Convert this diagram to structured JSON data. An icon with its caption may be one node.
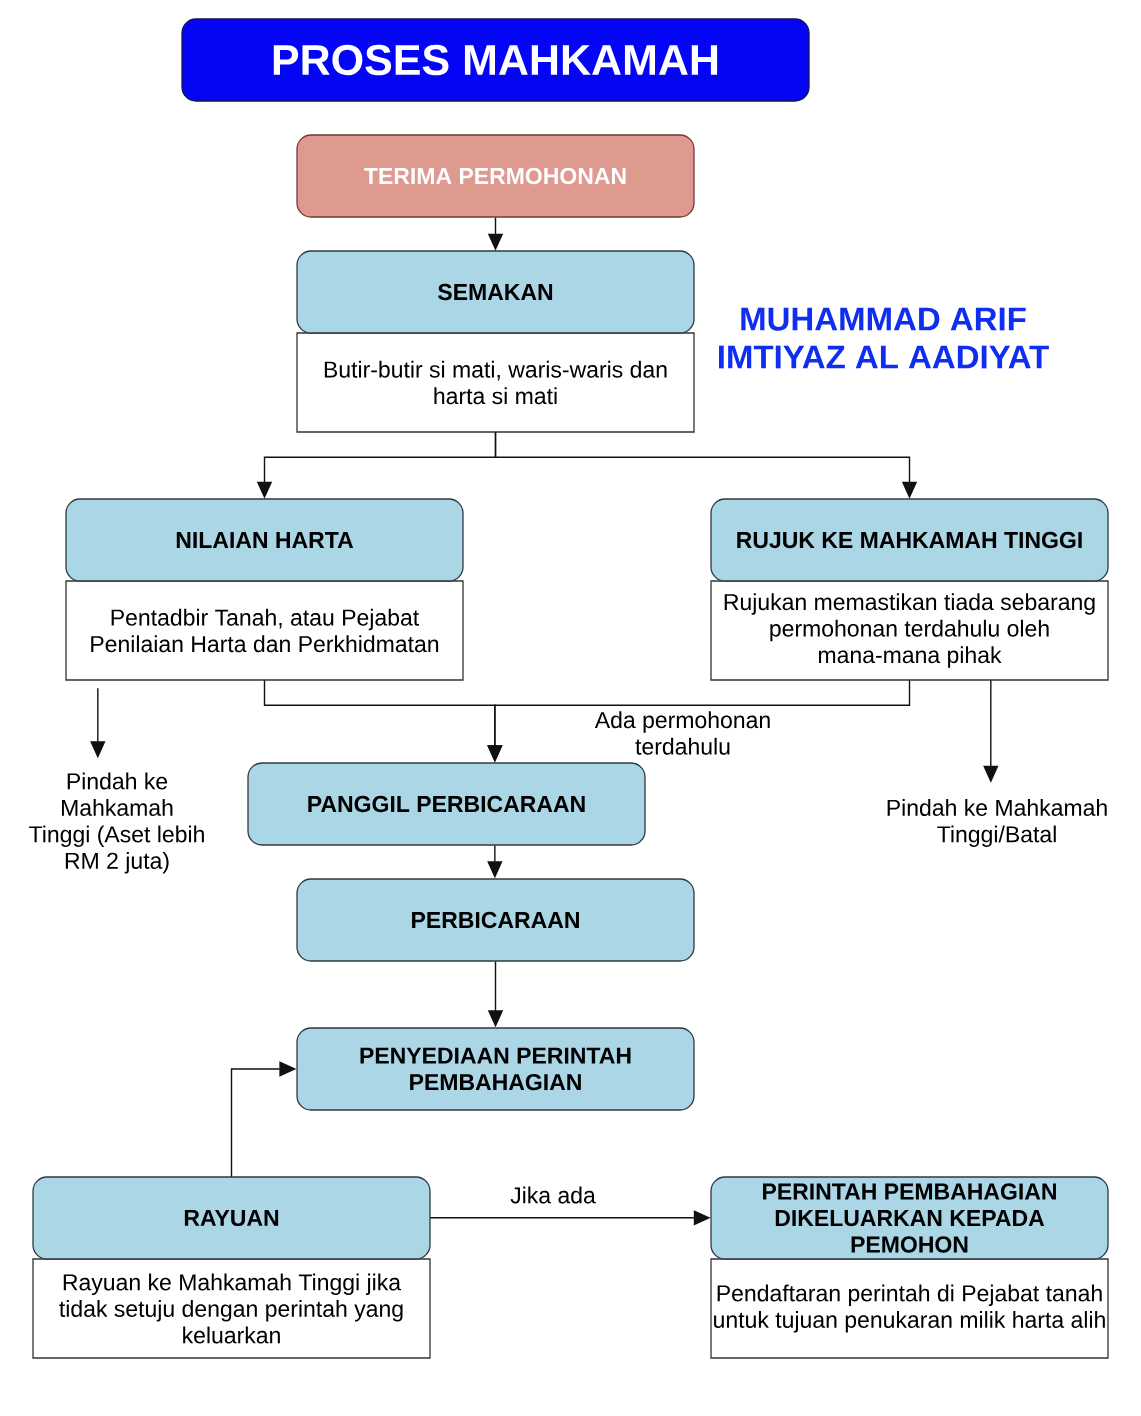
{
  "diagram": {
    "nodes": [
      {
        "text": [
          "PROSES MAHKAMAH"
        ]
      },
      {
        "text": [
          "TERIMA PERMOHONAN"
        ]
      },
      {
        "text": [
          "SEMAKAN",
          "Butir-butir si mati, waris-waris dan harta si mati"
        ]
      },
      {
        "text": [
          "NILAIAN HARTA",
          "Pentadbir Tanah, atau Pejabat Penilaian Harta dan Perkhidmatan"
        ]
      },
      {
        "text": [
          "RUJUK KE MAHKAMAH TINGGI",
          "Rujukan memastikan tiada sebarang permohonan terdahulu oleh mana-mana pihak"
        ]
      },
      {
        "text": [
          "Pindah ke Mahkamah Tinggi (Aset lebih RM 2 juta)"
        ]
      },
      {
        "text": [
          "PANGGIL PERBICARAAN"
        ]
      },
      {
        "text": [
          "Pindah ke Mahkamah Tinggi/Batal"
        ]
      },
      {
        "text": [
          "PERBICARAAN"
        ]
      },
      {
        "text": [
          "PENYEDIAAN PERINTAH PEMBAHAGIAN"
        ]
      },
      {
        "text": [
          "RAYUAN",
          "Rayuan ke Mahkamah Tinggi jika tidak setuju dengan perintah yang keluarkan"
        ]
      },
      {
        "text": [
          "PERINTAH PEMBAHAGIAN DIKELUARKAN KEPADA PEMOHON",
          "Pendaftaran perintah di Pejabat tanah untuk tujuan penukaran milik harta alih"
        ]
      }
    ],
    "edges": [
      {
        "from": 1,
        "to": 2,
        "arrow": "to"
      },
      {
        "from": 2,
        "to": 3,
        "arrow": "to"
      },
      {
        "from": 2,
        "to": 4,
        "arrow": "to"
      },
      {
        "from": 3,
        "to": 6,
        "arrow": "to"
      },
      {
        "from": 4,
        "to": 6,
        "arrow": "to",
        "label": "Ada permohonan terdahulu"
      },
      {
        "from": 3,
        "to": 5,
        "arrow": "to"
      },
      {
        "from": 4,
        "to": 7,
        "arrow": "to"
      },
      {
        "from": 6,
        "to": 8,
        "arrow": "to"
      },
      {
        "from": 8,
        "to": 9,
        "arrow": "to"
      },
      {
        "from": 10,
        "to": 9,
        "arrow": "to"
      },
      {
        "from": 10,
        "to": 11,
        "arrow": "to",
        "label": "Jika ada"
      }
    ],
    "labels": [
      "MUHAMMAD ARIF IMTIYAZ AL AADIYAT"
    ]
  }
}
